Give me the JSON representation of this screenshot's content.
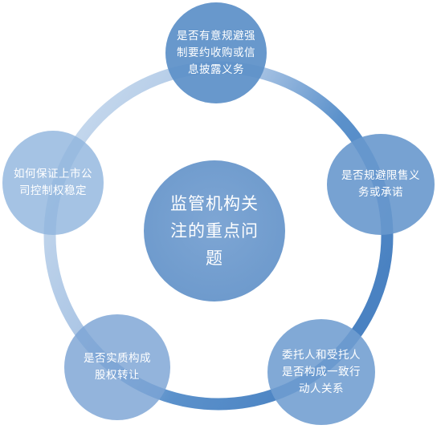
{
  "center": {
    "label": "监管机构关注的重点问题"
  },
  "nodes": [
    {
      "label": "是否有意规避强制要约收购或信息披露义务"
    },
    {
      "label": "是否规避限售义务或承诺"
    },
    {
      "label": "委托人和受托人是否构成一致行动人关系"
    },
    {
      "label": "是否实质构成股权转让"
    },
    {
      "label": "如何保证上市公司控制权稳定"
    }
  ],
  "colors": {
    "ring_light": "#c7d8ec",
    "ring_dark": "#4e86c4",
    "node_fill": "#5d90c8",
    "center_fill": "#7aa3d2",
    "text": "#ffffff"
  }
}
